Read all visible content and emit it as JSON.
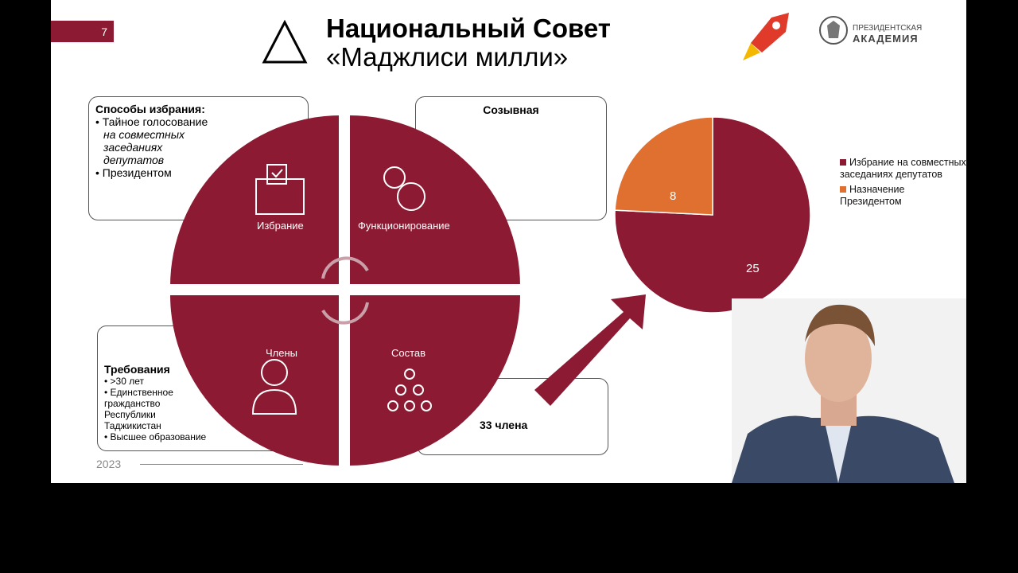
{
  "slide": {
    "page_number": "7",
    "title_line1": "Национальный Совет",
    "title_line2": "«Маджлиси милли»",
    "logo_text_1": "ПРЕЗИДЕНТСКАЯ",
    "logo_text_2": "АКАДЕМИЯ",
    "year": "2023"
  },
  "boxes": {
    "election": {
      "heading": "Способы избрания:",
      "item1": "• Тайное голосование",
      "item1_italic": "на совместных заседаниях депутатов",
      "item2": "• Президентом"
    },
    "convocation": {
      "heading": "Созывная"
    },
    "requirements": {
      "heading": "Требования",
      "items": [
        "• >30 лет",
        "• Единственное гражданство Республики Таджикистан",
        "• Высшее образование"
      ]
    },
    "composition": {
      "text": "33 члена"
    }
  },
  "quadrants": {
    "q1": "Избрание",
    "q2": "Функционирование",
    "q3": "Члены",
    "q4": "Состав"
  },
  "colors": {
    "maroon": "#8c1a32",
    "orange": "#e07030"
  },
  "chart_data": {
    "type": "pie",
    "categories": [
      "Избрание на совместных заседаниях депутатов",
      "Назначение Президентом"
    ],
    "values": [
      25,
      8
    ],
    "labels": [
      "25",
      "8"
    ],
    "legend_placement": "right"
  }
}
